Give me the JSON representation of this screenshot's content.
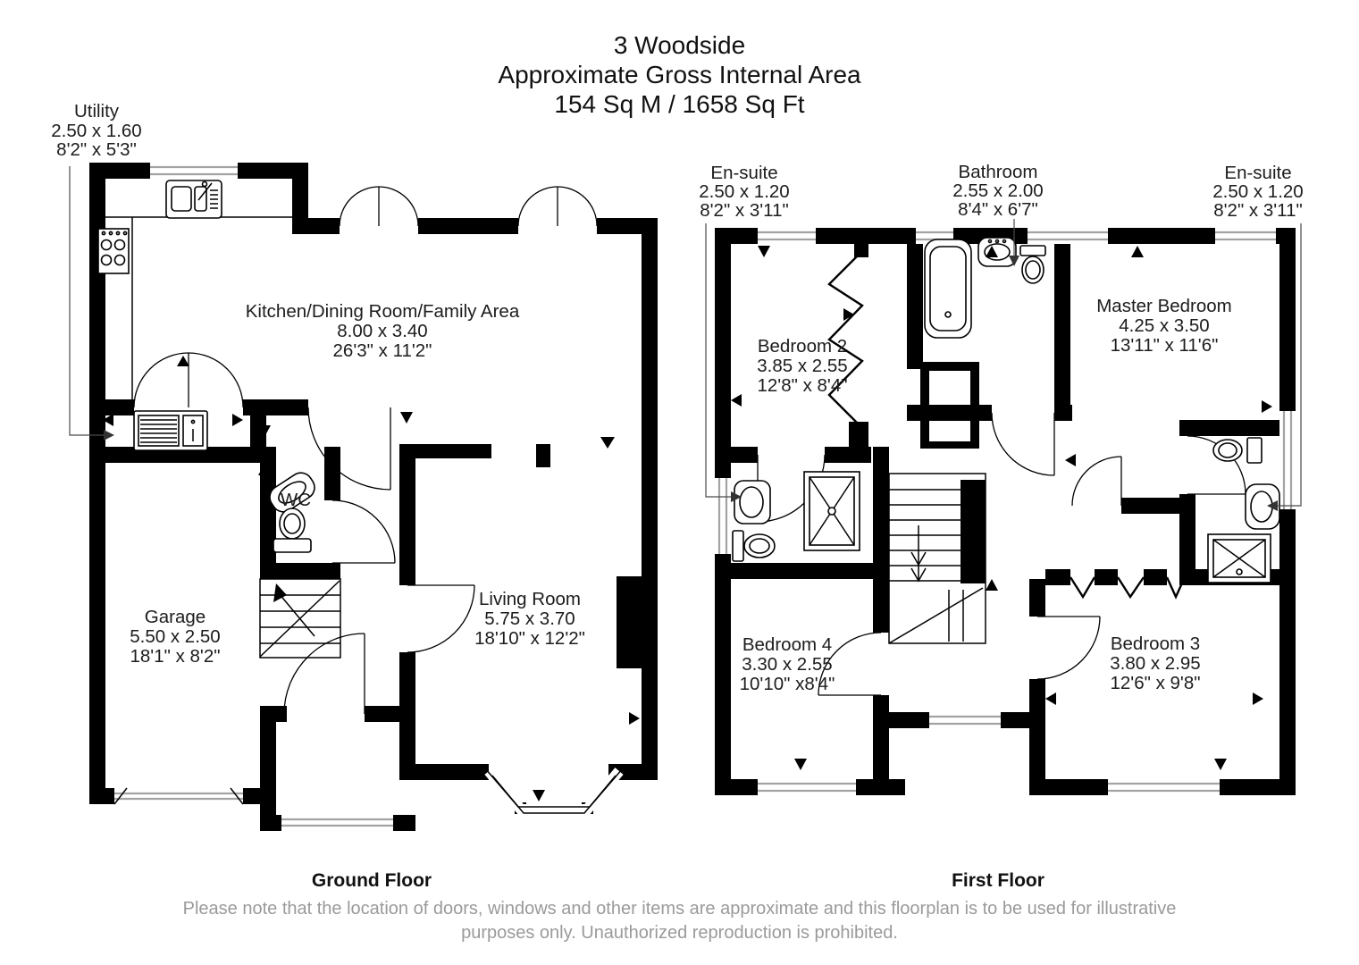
{
  "title": {
    "line1": "3 Woodside",
    "line2": "Approximate Gross Internal Area",
    "line3": "154 Sq M / 1658 Sq Ft"
  },
  "ground_floor": {
    "label": "Ground Floor",
    "utility": {
      "name": "Utility",
      "metric": "2.50 x 1.60",
      "imperial": "8'2\" x 5'3\""
    },
    "kitchen": {
      "name": "Kitchen/Dining Room/Family Area",
      "metric": "8.00 x 3.40",
      "imperial": "26'3\" x 11'2\""
    },
    "wc": {
      "name": "WC"
    },
    "garage": {
      "name": "Garage",
      "metric": "5.50 x 2.50",
      "imperial": "18'1\" x 8'2\""
    },
    "living_room": {
      "name": "Living Room",
      "metric": "5.75 x 3.70",
      "imperial": "18'10\" x 12'2\""
    }
  },
  "first_floor": {
    "label": "First Floor",
    "ensuite_left": {
      "name": "En-suite",
      "metric": "2.50 x 1.20",
      "imperial": "8'2\" x 3'11\""
    },
    "bathroom": {
      "name": "Bathroom",
      "metric": "2.55 x 2.00",
      "imperial": "8'4\" x 6'7\""
    },
    "ensuite_right": {
      "name": "En-suite",
      "metric": "2.50 x 1.20",
      "imperial": "8'2\" x 3'11\""
    },
    "bedroom2": {
      "name": "Bedroom 2",
      "metric": "3.85 x 2.55",
      "imperial": "12'8\" x 8'4\""
    },
    "master_bedroom": {
      "name": "Master Bedroom",
      "metric": "4.25 x 3.50",
      "imperial": "13'11\" x 11'6\""
    },
    "bedroom4": {
      "name": "Bedroom 4",
      "metric": "3.30 x 2.55",
      "imperial": "10'10\" x8'4\""
    },
    "bedroom3": {
      "name": "Bedroom 3",
      "metric": "3.80 x 2.95",
      "imperial": "12'6\" x 9'8\""
    }
  },
  "footer": {
    "line1": "Please note that the location of doors, windows and other items are approximate and this floorplan is to be used for illustrative",
    "line2": "purposes only. Unauthorized reproduction is prohibited."
  },
  "colors": {
    "walls": "#000000",
    "background": "#ffffff",
    "window_line": "#a3a3a3",
    "footer_text": "#9a9a9a"
  }
}
